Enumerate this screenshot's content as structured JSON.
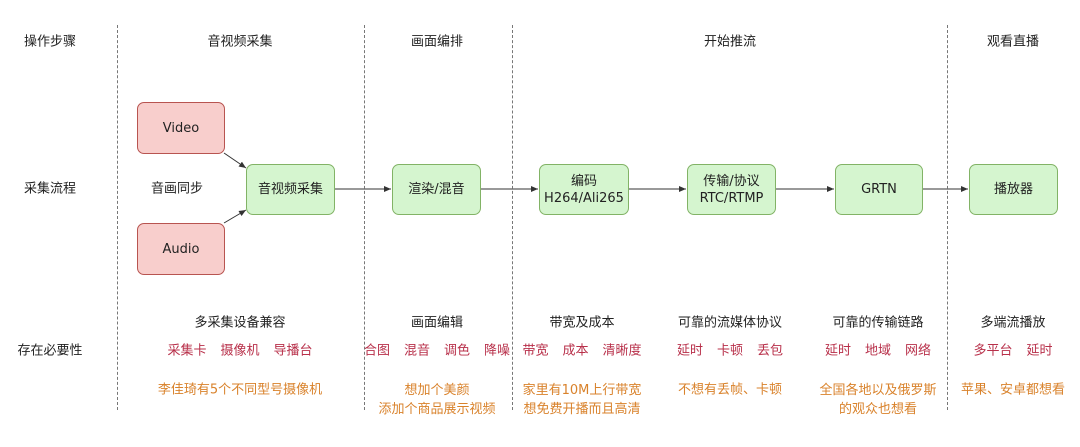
{
  "row_labels": {
    "steps": "操作步骤",
    "flow": "采集流程",
    "necessity": "存在必要性"
  },
  "headers": [
    "音视频采集",
    "画面编排",
    "开始推流",
    "观看直播"
  ],
  "flow": {
    "video": "Video",
    "audio": "Audio",
    "sync": "音画同步",
    "capture": "音视频采集",
    "render": "渲染/混音",
    "encode_1": "编码",
    "encode_2": "H264/Ali265",
    "transport_1": "传输/协议",
    "transport_2": "RTC/RTMP",
    "grtn": "GRTN",
    "player": "播放器"
  },
  "sections": [
    {
      "title": "多采集设备兼容",
      "tags": [
        "采集卡",
        "摄像机",
        "导播台"
      ],
      "notes": [
        "李佳琦有5个不同型号摄像机"
      ]
    },
    {
      "title": "画面编辑",
      "tags": [
        "合图",
        "混音",
        "调色",
        "降噪"
      ],
      "notes": [
        "想加个美颜",
        "添加个商品展示视频"
      ]
    },
    {
      "title": "带宽及成本",
      "tags": [
        "带宽",
        "成本",
        "清晰度"
      ],
      "notes": [
        "家里有10M上行带宽",
        "想免费开播而且高清"
      ]
    },
    {
      "title": "可靠的流媒体协议",
      "tags": [
        "延时",
        "卡顿",
        "丢包"
      ],
      "notes": [
        "不想有丢帧、卡顿"
      ]
    },
    {
      "title": "可靠的传输链路",
      "tags": [
        "延时",
        "地域",
        "网络"
      ],
      "notes": [
        "全国各地以及俄罗斯",
        "的观众也想看"
      ]
    },
    {
      "title": "多端流播放",
      "tags": [
        "多平台",
        "延时"
      ],
      "notes": [
        "苹果、安卓都想看"
      ]
    }
  ],
  "colors": {
    "pink_fill": "#f8cecc",
    "green_fill": "#d5f5cf",
    "tag_red": "#b8304a",
    "note_orange": "#d9822b"
  }
}
